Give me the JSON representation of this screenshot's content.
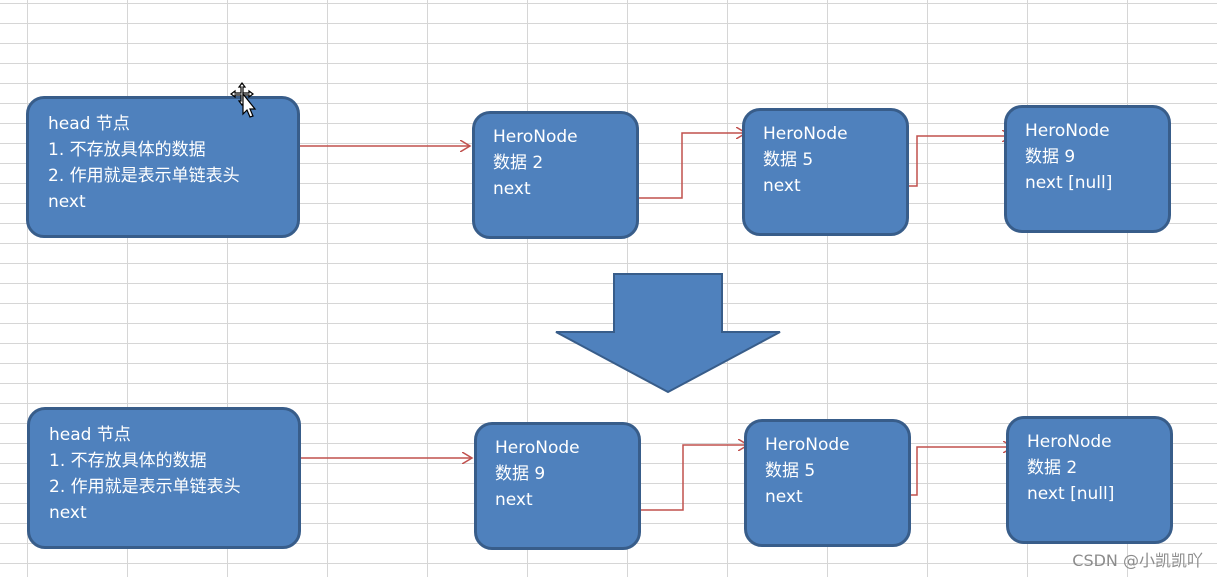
{
  "colors": {
    "node_fill": "#4f81bd",
    "node_border": "#385d8a",
    "pointer_line": "#c0504d",
    "arrow_fill": "#4f81bd",
    "grid": "#d6d6d6"
  },
  "before": {
    "head": {
      "lines": [
        "head 节点",
        "1. 不存放具体的数据",
        "2. 作用就是表示单链表头",
        "next"
      ]
    },
    "nodes": [
      {
        "lines": [
          "HeroNode",
          "数据 2",
          "next"
        ]
      },
      {
        "lines": [
          "HeroNode",
          "数据 5",
          "next"
        ]
      },
      {
        "lines": [
          "HeroNode",
          "数据 9",
          "next [null]"
        ]
      }
    ]
  },
  "after": {
    "head": {
      "lines": [
        "head 节点",
        "1. 不存放具体的数据",
        "2. 作用就是表示单链表头",
        "next"
      ]
    },
    "nodes": [
      {
        "lines": [
          "HeroNode",
          "数据 9",
          "next"
        ]
      },
      {
        "lines": [
          "HeroNode",
          "数据 5",
          "next"
        ]
      },
      {
        "lines": [
          "HeroNode",
          "数据 2",
          "next [null]"
        ]
      }
    ]
  },
  "watermark": "CSDN @小凯凯吖",
  "icons": {
    "cursor": "move-cursor-icon",
    "transform": "down-arrow-icon"
  }
}
